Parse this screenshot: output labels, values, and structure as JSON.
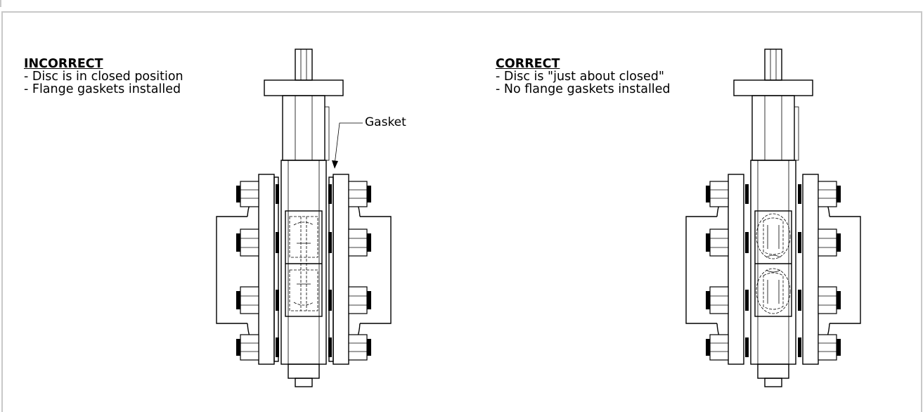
{
  "incorrect": {
    "title": "INCORRECT",
    "lines": [
      "- Disc is in closed position",
      "- Flange gaskets installed"
    ]
  },
  "correct": {
    "title": "CORRECT",
    "lines": [
      "- Disc is \"just about closed\"",
      "- No flange gaskets installed"
    ]
  },
  "callout": {
    "gasket_label": "Gasket"
  },
  "colors": {
    "line": "#000000",
    "frame": "#c8c8c8",
    "background": "#ffffff"
  },
  "icons": [
    "butterfly-valve-closed-with-gaskets",
    "butterfly-valve-just-about-closed-no-gaskets"
  ]
}
